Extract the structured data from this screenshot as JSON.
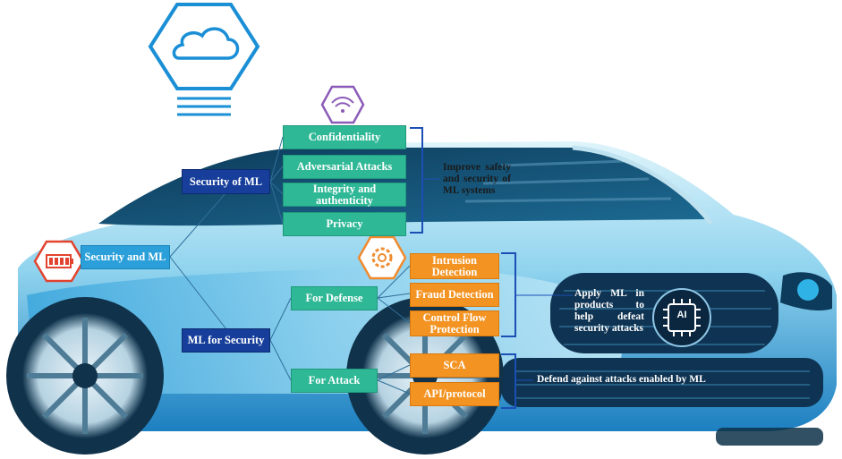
{
  "root": {
    "label": "Security and ML"
  },
  "branch_security_of_ml": {
    "label": "Security of ML",
    "items": [
      "Confidentiality",
      "Adversarial Attacks",
      "Integrity and authenticity",
      "Privacy"
    ],
    "note": "Improve safety and security of ML systems"
  },
  "branch_ml_for_security": {
    "label": "ML for Security",
    "defense": {
      "label": "For Defense",
      "items": [
        "Intrusion Detection",
        "Fraud Detection",
        "Control Flow Protection"
      ],
      "note": "Apply ML in products to help defeat security attacks"
    },
    "attack": {
      "label": "For Attack",
      "items": [
        "SCA",
        "API/protocol"
      ],
      "note": "Defend against attacks enabled by ML"
    }
  },
  "chip_label": "AI",
  "colors": {
    "green": "#2fb896",
    "dark_blue": "#163e9a",
    "light_blue": "#2a9fd9",
    "orange": "#f39322",
    "icon_blue": "#1a8fd6",
    "icon_purple": "#8b5bb8",
    "icon_red": "#e2432f",
    "icon_orange": "#f08a2e"
  },
  "icons": [
    "cloud-icon",
    "wifi-icon",
    "battery-icon",
    "gear-icon",
    "ai-chip-icon"
  ]
}
